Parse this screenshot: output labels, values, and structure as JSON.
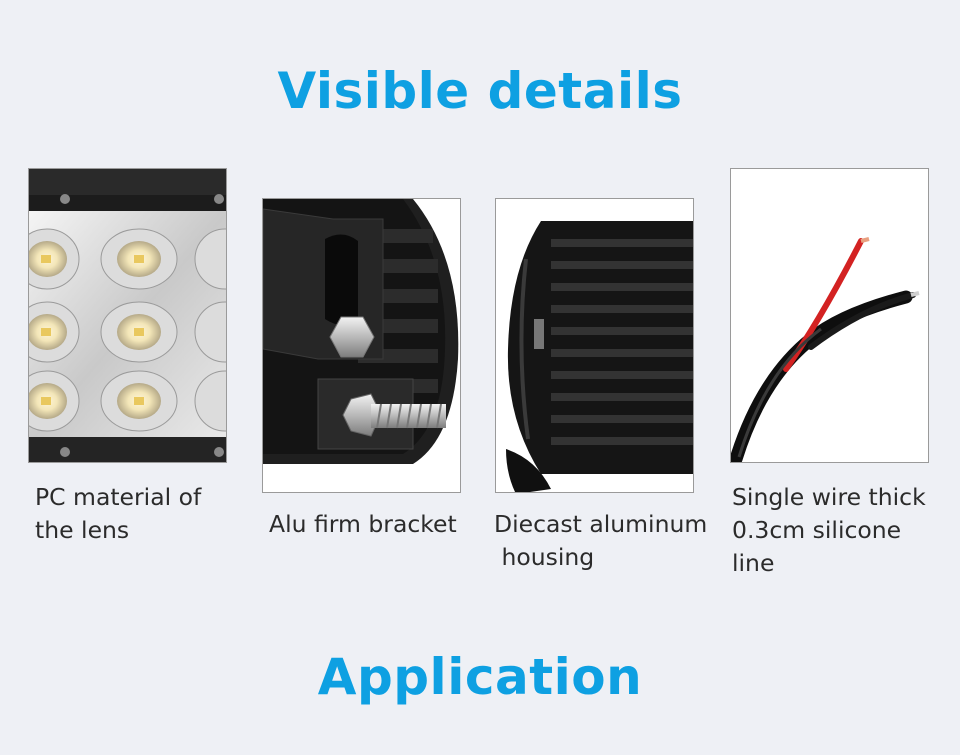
{
  "page": {
    "title": "Visible details",
    "section_title": "Application"
  },
  "details": [
    {
      "caption_lines": [
        "PC material of",
        "the lens"
      ]
    },
    {
      "caption_lines": [
        "Alu firm bracket"
      ]
    },
    {
      "caption_lines": [
        "Diecast aluminum",
        " housing"
      ]
    },
    {
      "caption_lines": [
        "Single wire thick",
        "0.3cm silicone",
        "line"
      ]
    }
  ],
  "colors": {
    "heading": "#0ea0e2",
    "background": "#eef0f5",
    "caption": "#2b2b2b"
  }
}
